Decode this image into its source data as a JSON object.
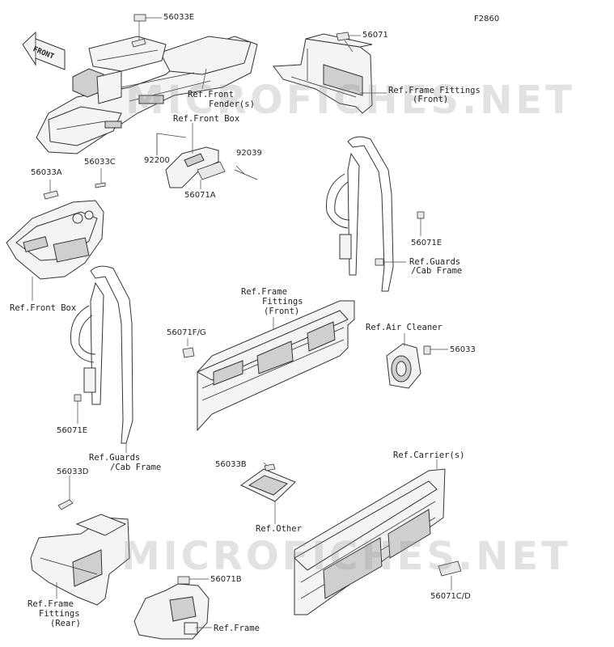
{
  "diagram_code": "F2860",
  "front_arrow_text": "FRONT",
  "watermark": "MICROFICHES.NET",
  "labels": {
    "p56033E": "56033E",
    "p56071": "56071",
    "ref_frame_fittings_front_top_1": "Ref.Frame Fittings",
    "ref_frame_fittings_front_top_2": "(Front)",
    "ref_front_fender_1": "Ref.Front",
    "ref_front_fender_2": "Fender(s)",
    "ref_front_box_top": "Ref.Front Box",
    "p92200": "92200",
    "p92039": "92039",
    "p56071A": "56071A",
    "p56033A": "56033A",
    "p56033C": "56033C",
    "ref_front_box_left": "Ref.Front Box",
    "p56071E_right": "56071E",
    "ref_guards_right_1": "Ref.Guards",
    "ref_guards_right_2": "/Cab Frame",
    "ref_frame_fittings_mid_1": "Ref.Frame",
    "ref_frame_fittings_mid_2": "Fittings",
    "ref_frame_fittings_mid_3": "(Front)",
    "p56071FG": "56071F/G",
    "ref_air_cleaner": "Ref.Air Cleaner",
    "p56033": "56033",
    "p56071E_left": "56071E",
    "ref_guards_left_1": "Ref.Guards",
    "ref_guards_left_2": "/Cab Frame",
    "p56033B": "56033B",
    "ref_other": "Ref.Other",
    "ref_carriers": "Ref.Carrier(s)",
    "p56033D": "56033D",
    "p56071B": "56071B",
    "ref_frame_fittings_rear_1": "Ref.Frame",
    "ref_frame_fittings_rear_2": "Fittings",
    "ref_frame_fittings_rear_3": "(Rear)",
    "ref_frame_bottom": "Ref.Frame",
    "p56071CD": "56071C/D"
  }
}
